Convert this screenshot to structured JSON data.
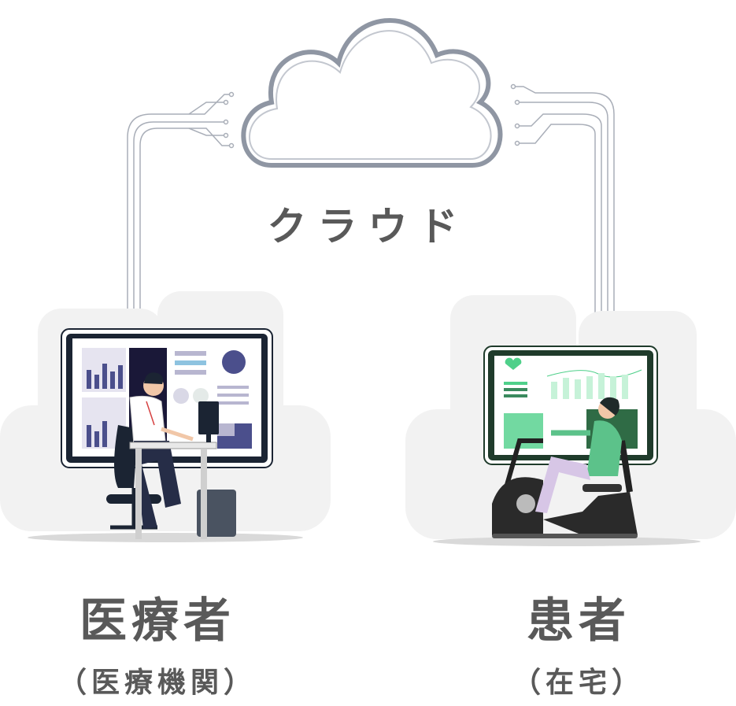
{
  "cloud": {
    "label": "クラウド"
  },
  "provider": {
    "title": "医療者",
    "subtitle": "（医療機関）"
  },
  "patient": {
    "title": "患者",
    "subtitle": "（在宅）"
  },
  "colors": {
    "text": "#595959",
    "cloud_stroke": "#8f96a3",
    "background_blob": "#f2f2f2",
    "provider_monitor": "#1b2433",
    "patient_monitor": "#1f3b2b",
    "patient_accent": "#4fd08a"
  }
}
